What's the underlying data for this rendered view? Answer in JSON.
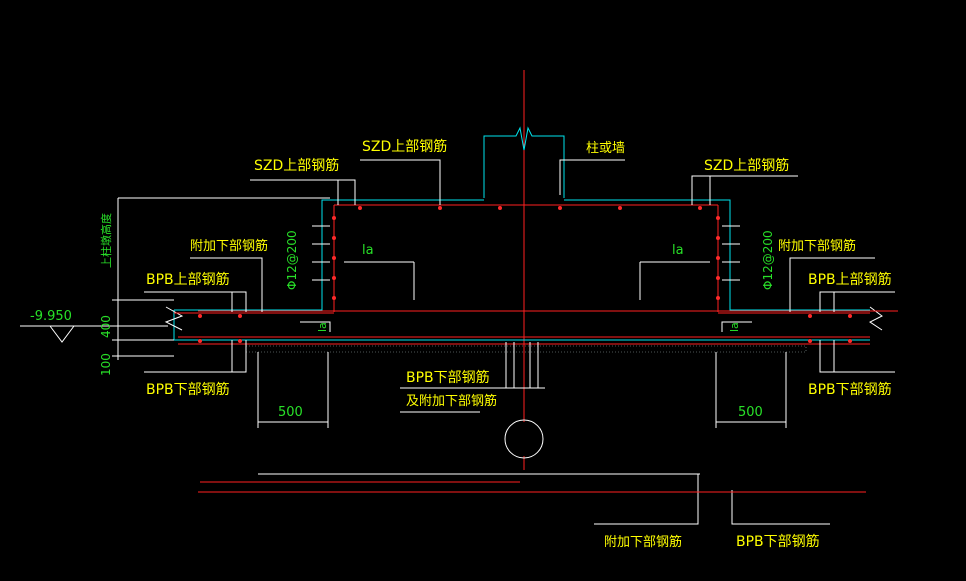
{
  "colors": {
    "background": "#000000",
    "rebar": "#ff2020",
    "outline": "#00e5ee",
    "label_text": "#ffff00",
    "dimension_text": "#28e028",
    "leader": "#ffffff"
  },
  "labels": {
    "szd_top_left": "SZD上部钢筋",
    "szd_top_center": "SZD上部钢筋",
    "szd_top_right": "SZD上部钢筋",
    "column_or_wall": "柱或墙",
    "extra_bottom_left": "附加下部钢筋",
    "extra_bottom_right": "附加下部钢筋",
    "bpb_top_left": "BPB上部钢筋",
    "bpb_top_right": "BPB上部钢筋",
    "bpb_bottom_left": "BPB下部钢筋",
    "bpb_bottom_right": "BPB下部钢筋",
    "bpb_bottom_center_1": "BPB下部钢筋",
    "bpb_bottom_center_2": "及附加下部钢筋",
    "extra_bottom_plan": "附加下部钢筋",
    "bpb_bottom_plan": "BPB下部钢筋"
  },
  "dimensions": {
    "elevation": "-9.950",
    "slab_400": "400",
    "slab_100": "100",
    "stirrup_left": "Φ12@200",
    "stirrup_right": "Φ12@200",
    "la_left": "la",
    "la_right": "la",
    "la_small_left": "la",
    "la_small_right": "la",
    "width_left": "500",
    "width_right": "500",
    "depth_label": "上柱墩高度"
  }
}
